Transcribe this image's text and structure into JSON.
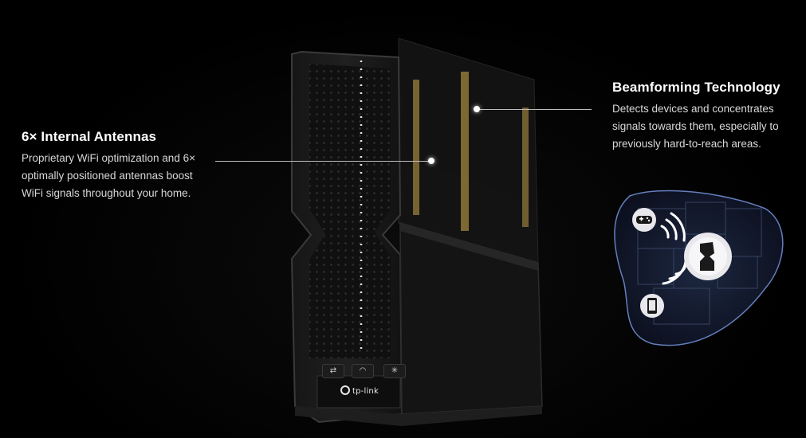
{
  "callouts": {
    "antennas": {
      "title": "6× Internal Antennas",
      "description": "Proprietary WiFi optimization and 6× optimally positioned antennas boost WiFi signals throughout your home."
    },
    "beamforming": {
      "title": "Beamforming Technology",
      "description": "Detects devices and concentrates signals towards them, especially to previously hard-to-reach areas."
    }
  },
  "router": {
    "brand": "tp-link",
    "buttons": [
      {
        "icon": "wps-icon"
      },
      {
        "icon": "wifi-icon"
      },
      {
        "icon": "led-icon"
      }
    ]
  },
  "map": {
    "devices": [
      {
        "icon": "gamepad-icon"
      },
      {
        "icon": "phone-icon"
      }
    ],
    "center_icon": "router-icon"
  },
  "colors": {
    "background": "#000000",
    "accent_glow": "#6b86c8",
    "antenna_gold": "#8a7236"
  }
}
